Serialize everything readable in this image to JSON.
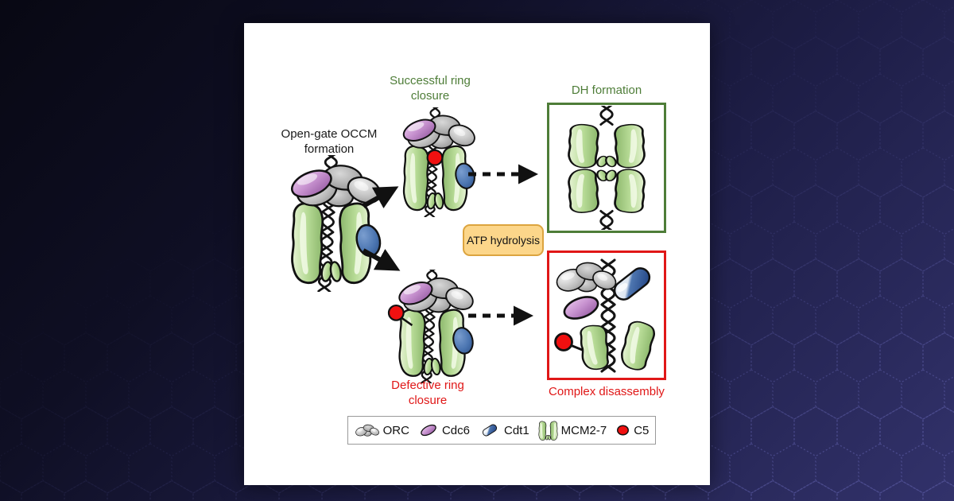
{
  "figure": {
    "type": "scientific-pathway-diagram",
    "labels": {
      "occm": "Open-gate OCCM formation",
      "successful": "Successful ring closure",
      "dh": "DH formation",
      "atp": "ATP hydrolysis",
      "defective": "Defective ring closure",
      "disassembly": "Complex disassembly"
    },
    "legend": {
      "items": [
        {
          "icon": "orc-icon",
          "label": "ORC"
        },
        {
          "icon": "cdc6-icon",
          "label": "Cdc6"
        },
        {
          "icon": "cdt1-icon",
          "label": "Cdt1"
        },
        {
          "icon": "mcm2-7-icon",
          "label": "MCM2-7"
        },
        {
          "icon": "c5-icon",
          "label": "C5"
        }
      ]
    },
    "colors": {
      "background_dark": "#080813",
      "background_light": "#32326b",
      "card": "#ffffff",
      "green_accent": "#4e7d38",
      "red_accent": "#e01717",
      "atp_fill": "#fcd68a",
      "atp_border": "#dca43f",
      "mcm_green": "#b7db96",
      "orc_gray": "#b5b5b5",
      "cdc6_purple": "#c792cf",
      "cdt1_blue": "#3f68a8",
      "c5_red": "#f01010",
      "dna_black": "#141414"
    },
    "icons": {
      "orc-icon": "cluster of gray ellipsoid subunits",
      "cdc6-icon": "purple ellipse",
      "cdt1-icon": "blue and white capsule",
      "mcm2-7-icon": "green open hexamer barrel",
      "c5-icon": "red circle",
      "dna-icon": "black double-helix squiggle",
      "solid-arrow-icon": "black solid arrow",
      "dashed-arrow-icon": "black dashed arrow"
    }
  }
}
